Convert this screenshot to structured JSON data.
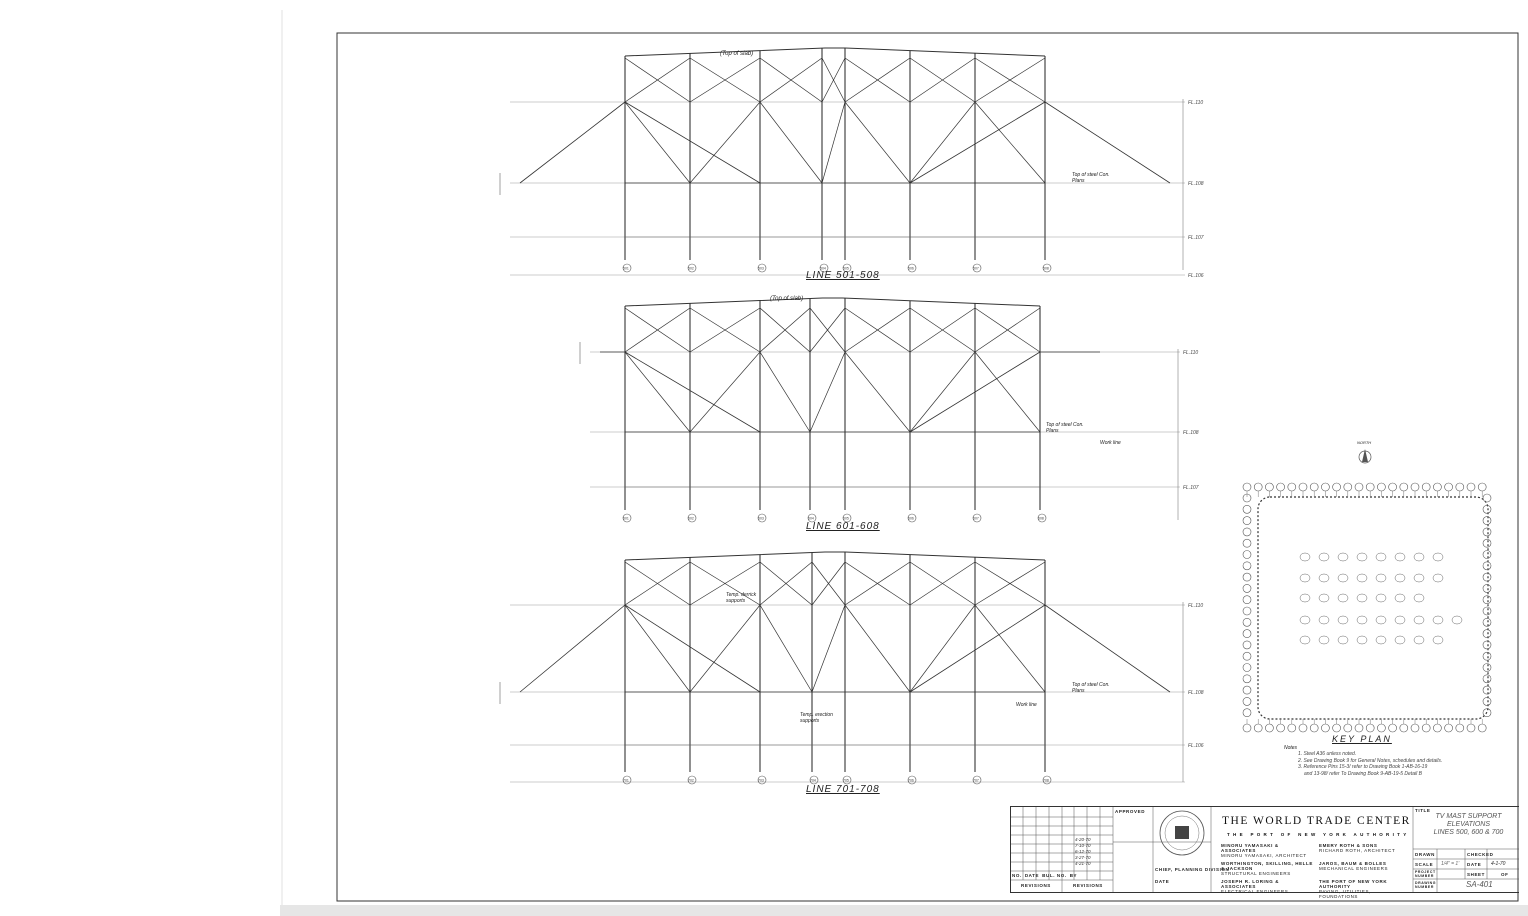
{
  "elevations": [
    {
      "title": "LINE 501-508",
      "columns": [
        "501",
        "502",
        "503",
        "504",
        "505",
        "506",
        "507",
        "508"
      ],
      "levels": [
        "FL.110",
        "FL.108",
        "FL.107",
        "FL.106"
      ],
      "notes": [
        "(Top of slab)",
        "Top of steel Con. Plans"
      ]
    },
    {
      "title": "LINE 601-608",
      "columns": [
        "601",
        "602",
        "603",
        "604",
        "605",
        "606",
        "607",
        "608"
      ],
      "levels": [
        "FL.110",
        "FL.108",
        "FL.107"
      ],
      "notes": [
        "(Top of slab)",
        "Top of steel Con. Plans",
        "Work line"
      ]
    },
    {
      "title": "LINE 701-708",
      "columns": [
        "701",
        "702",
        "703",
        "704",
        "705",
        "706",
        "707",
        "708"
      ],
      "levels": [
        "FL.110",
        "FL.108",
        "FL.106"
      ],
      "notes": [
        "Temp. derrick supports",
        "Temp. erection supports",
        "Top of steel Con. Plans",
        "Work line"
      ]
    }
  ],
  "key_plan": {
    "title": "KEY PLAN",
    "north_label": "NORTH",
    "notes_title": "Notes",
    "notes": [
      "1. Steel A36 unless noted.",
      "2. See Drawing Book 9 for General Notes, schedules and details.",
      "3. Reference Pins 15-3/ refer to Drawing Book 1-AB-16-19",
      "and 13-98/ refer To Drawing Book 9-AB-19-5 Detail B"
    ]
  },
  "title_block": {
    "project": "THE WORLD TRADE CENTER",
    "authority": "THE PORT OF NEW YORK AUTHORITY",
    "firms": [
      {
        "name": "MINORU YAMASAKI & ASSOCIATES",
        "sub": "MINORU YAMASAKI, ARCHITECT"
      },
      {
        "name": "EMERY ROTH & SONS",
        "sub": "RICHARD ROTH, ARCHITECT"
      },
      {
        "name": "WORTHINGTON, SKILLING, HELLE & JACKSON",
        "sub": "STRUCTURAL ENGINEERS"
      },
      {
        "name": "JAROS, BAUM & BOLLES",
        "sub": "MECHANICAL ENGINEERS"
      },
      {
        "name": "JOSEPH R. LORING & ASSOCIATES",
        "sub": "ELECTRICAL ENGINEERS"
      },
      {
        "name": "THE PORT OF NEW YORK AUTHORITY",
        "sub": "PAVING, UTILITIES, FOUNDATIONS"
      }
    ],
    "revisions_label": "REVISIONS",
    "revision_cols": [
      "NO.",
      "DATE",
      "BUL. NO.",
      "BY"
    ],
    "revision_dates": [
      "4-20-70",
      "7-10-70",
      "6-12-70",
      "3-27-70",
      "4-21-70"
    ],
    "approved_label": "APPROVED",
    "chief_label": "CHIEF, PLANNING DIVISION",
    "date_label": "DATE",
    "title_label": "TITLE",
    "drawing_title": [
      "TV MAST SUPPORT",
      "ELEVATIONS",
      "LINES 500, 600 & 700"
    ],
    "drawn_label": "DRAWN",
    "checked_label": "CHECKED",
    "scale_label": "SCALE",
    "scale_value": "1/4\" = 1'",
    "date_value_label": "DATE",
    "date_value": "4-1-70",
    "project_number_label": "PROJECT NUMBER",
    "sheet_label": "SHEET",
    "sheet_of": "OF",
    "drawing_number_label": "DRAWING NUMBER",
    "drawing_number": "SA-401"
  }
}
